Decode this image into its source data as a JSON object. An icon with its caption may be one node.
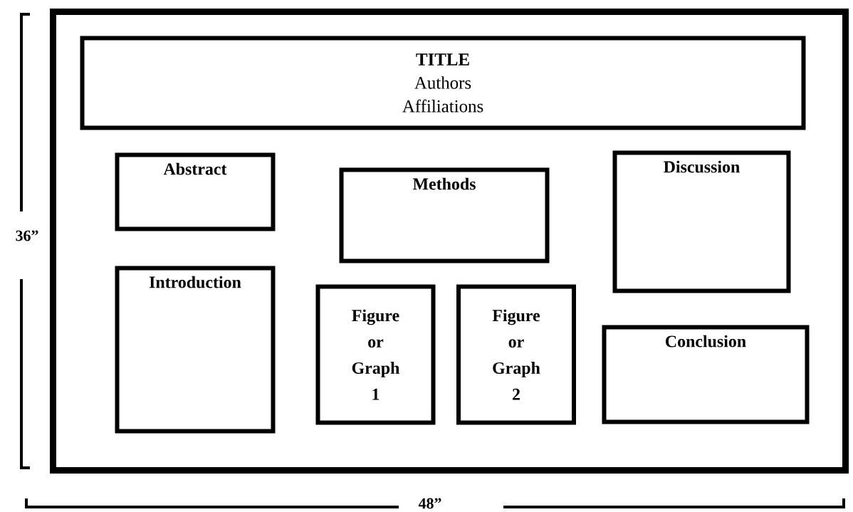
{
  "diagram": {
    "nodes": [
      {
        "text": [],
        "shape": "box"
      },
      {
        "text": [
          "TITLE",
          "Authors",
          "Affiliations"
        ],
        "in": 0
      },
      {
        "text": [
          "Abstract"
        ],
        "in": 0
      },
      {
        "text": [
          "Methods"
        ],
        "in": 0
      },
      {
        "text": [
          "Discussion"
        ],
        "in": 0
      },
      {
        "text": [
          "Introduction"
        ],
        "in": 0
      },
      {
        "text": [
          "Figure or Graph 1"
        ],
        "in": 0
      },
      {
        "text": [
          "Figure or Graph 2"
        ],
        "in": 0
      },
      {
        "text": [
          "Conclusion"
        ],
        "in": 0
      }
    ],
    "labels": [
      "36”",
      "48”"
    ]
  }
}
